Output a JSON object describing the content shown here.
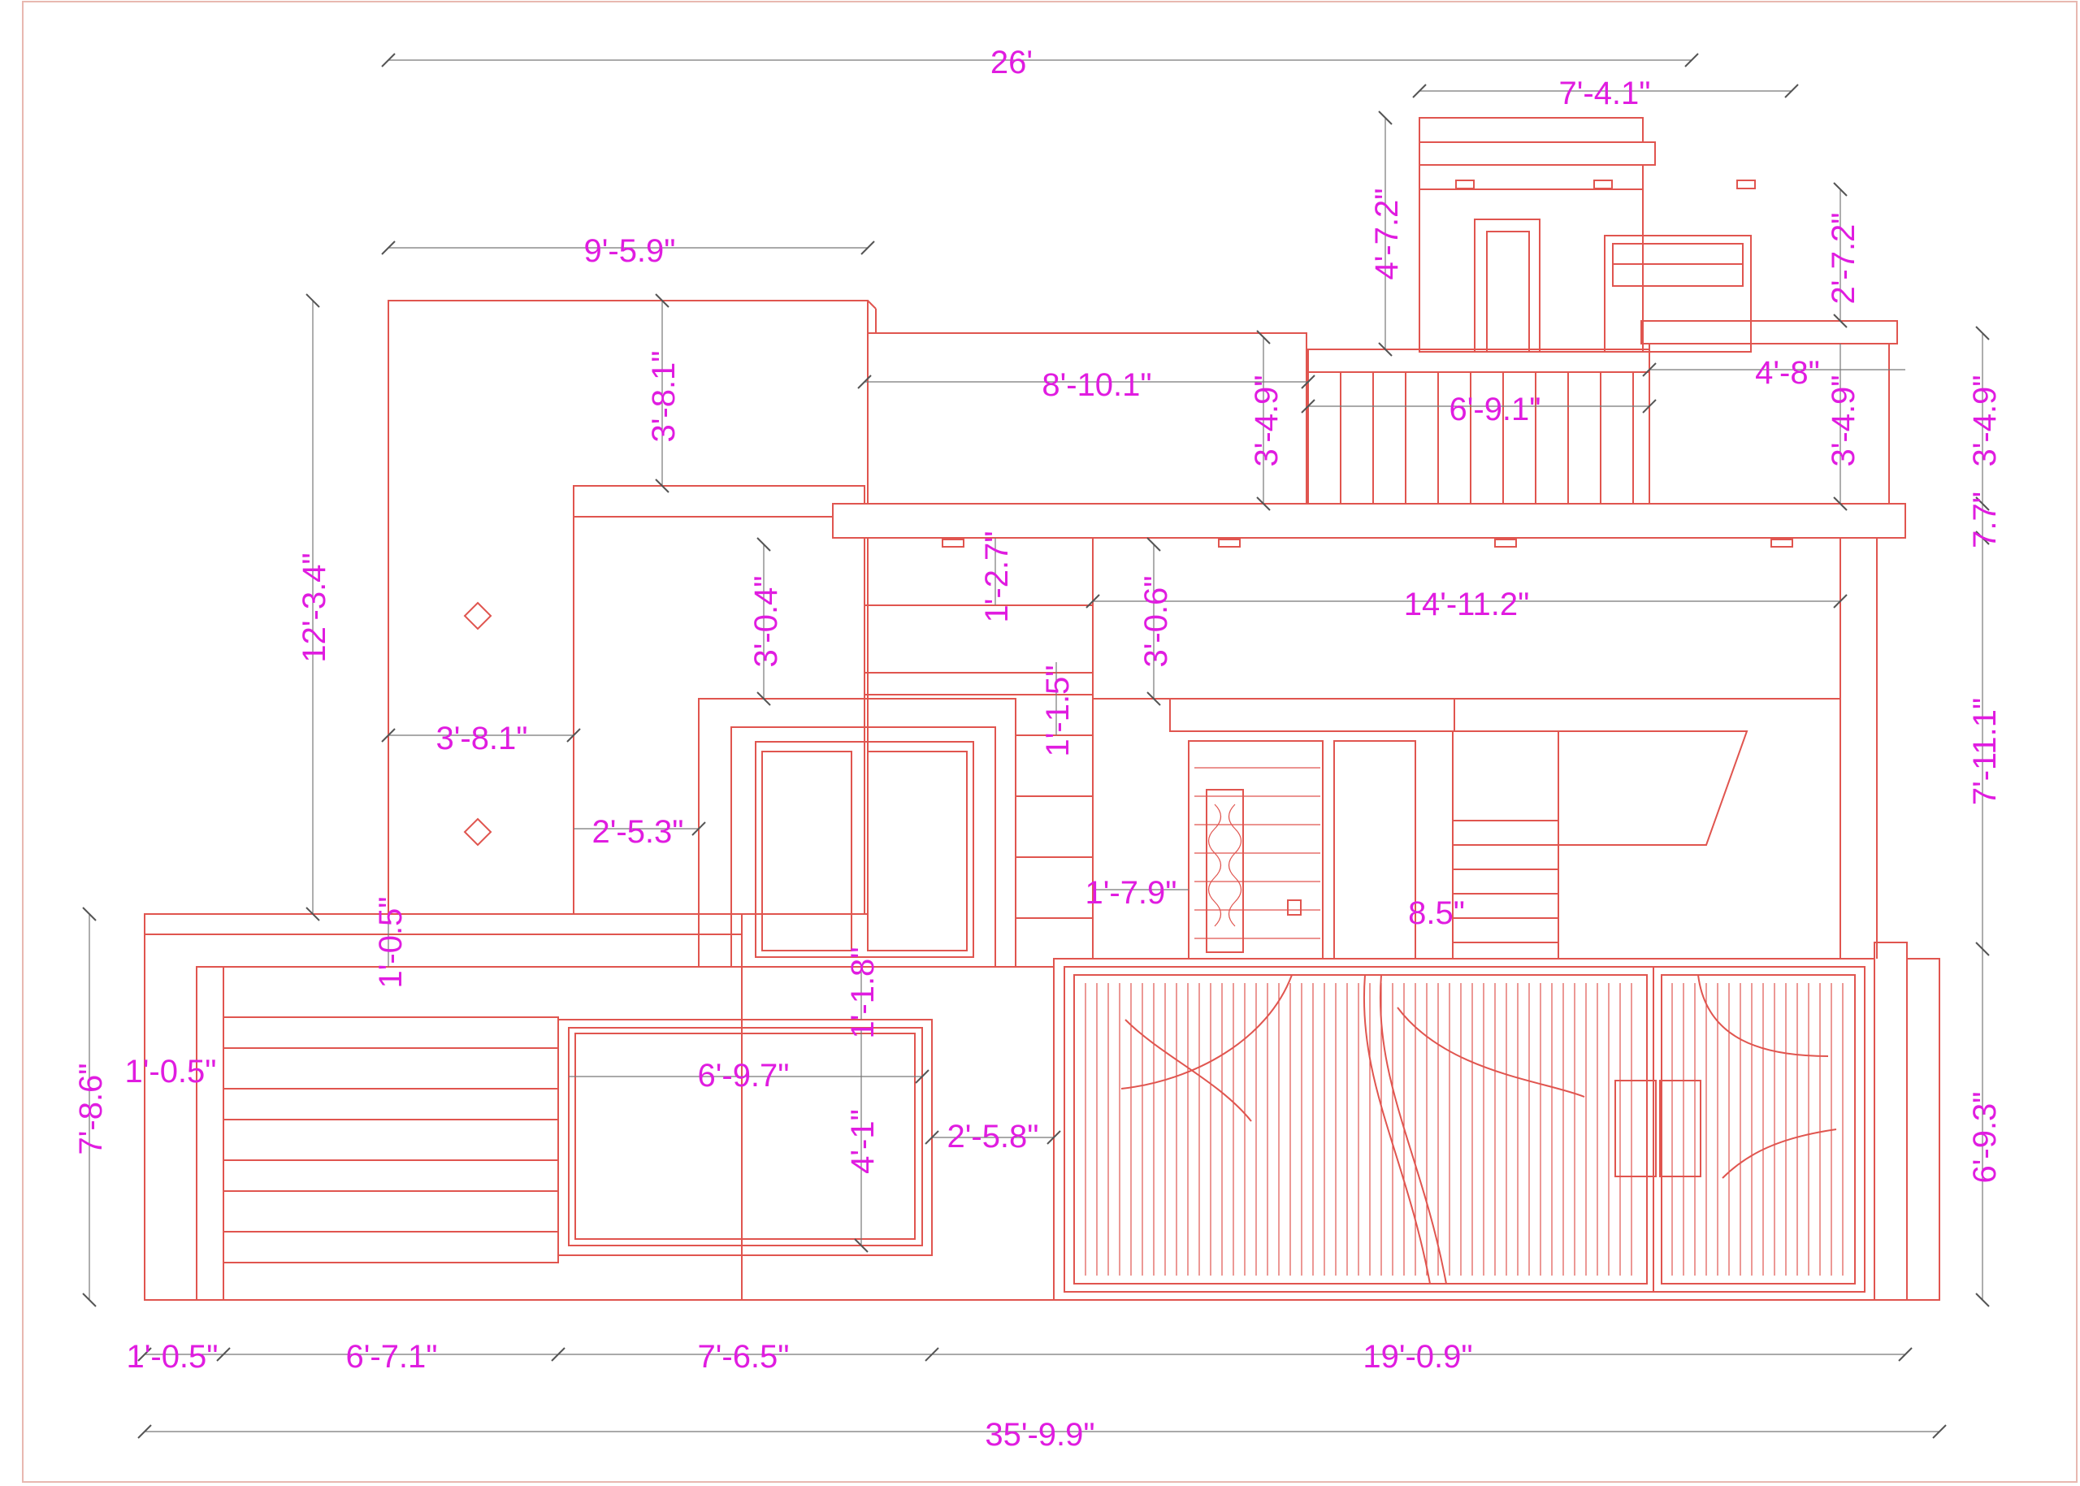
{
  "colors": {
    "linework": "#e0554f",
    "dimension_text": "#e01ce0",
    "dimension_line": "#777777",
    "background": "#ffffff"
  },
  "dimensions": {
    "overall_width": "35'-9.9\"",
    "upper_width": "26'",
    "stair_tower_width": "7'-4.1\"",
    "parapet_left_width": "9'-5.9\"",
    "parapet_height": "3'-8.1\"",
    "left_tower_height": "12'-3.4\"",
    "upper_wall_span": "8'-10.1\"",
    "railing_height_left": "3'-4.9\"",
    "railing_span": "6'-9.1\"",
    "tower_height": "4'-7.2\"",
    "canopy_height": "2'-7.2\"",
    "right_parapet_width": "4'-8\"",
    "right_railing_height": "3'-4.9\"",
    "right_outer_height": "3'-4.9\"",
    "slab_thickness": "7.7\"",
    "window_head": "3'-0.4\"",
    "band_height": "1'-2.7\"",
    "door_head": "3'-0.6\"",
    "porch_span": "14'-11.2\"",
    "left_tower_width": "3'-8.1\"",
    "window_side": "2'-5.3\"",
    "louver_height": "1'-1.5\"",
    "ground_floor_height": "7'-11.1\"",
    "parapet_lip": "1'-0.5\"",
    "boundary_height": "7'-8.6\"",
    "wall_cap": "1'-0.5\"",
    "panel_cap": "1'-1.8\"",
    "panel_width": "6'-9.7\"",
    "panel_height": "4'-1\"",
    "panel_side": "2'-5.8\"",
    "door_side": "1'-7.9\"",
    "door_gap": "8.5\"",
    "gate_height": "6'-9.3\"",
    "bottom_seg_1": "1'-0.5\"",
    "bottom_seg_2": "6'-7.1\"",
    "bottom_seg_3": "7'-6.5\"",
    "bottom_seg_4": "19'-0.9\""
  }
}
